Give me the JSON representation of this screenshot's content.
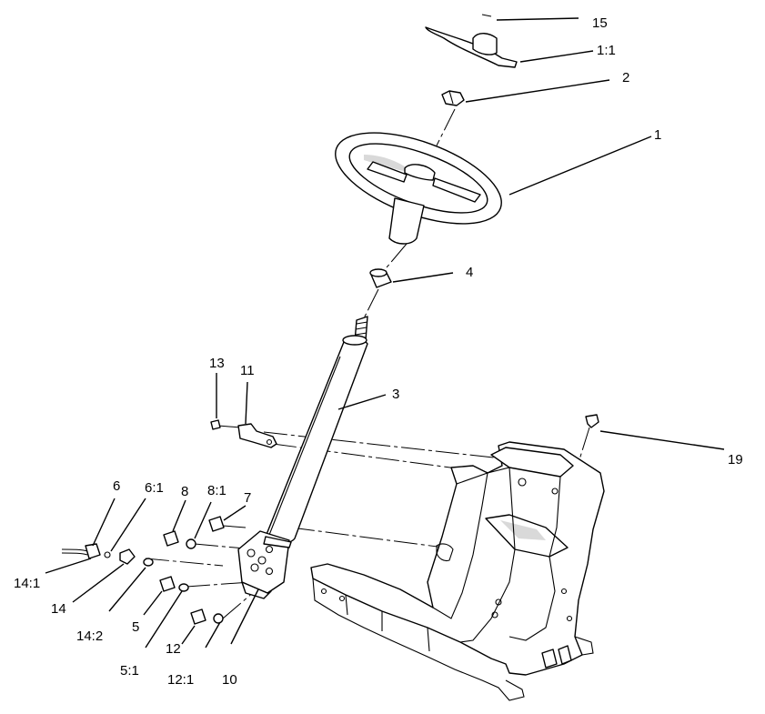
{
  "callouts": [
    {
      "id": "c15",
      "text": "15"
    },
    {
      "id": "c1_1",
      "text": "1:1"
    },
    {
      "id": "c2",
      "text": "2"
    },
    {
      "id": "c1",
      "text": "1"
    },
    {
      "id": "c4",
      "text": "4"
    },
    {
      "id": "c3",
      "text": "3"
    },
    {
      "id": "c13",
      "text": "13"
    },
    {
      "id": "c11",
      "text": "11"
    },
    {
      "id": "c19",
      "text": "19"
    },
    {
      "id": "c6",
      "text": "6"
    },
    {
      "id": "c6_1",
      "text": "6:1"
    },
    {
      "id": "c8",
      "text": "8"
    },
    {
      "id": "c8_1",
      "text": "8:1"
    },
    {
      "id": "c7",
      "text": "7"
    },
    {
      "id": "c14_1",
      "text": "14:1"
    },
    {
      "id": "c14",
      "text": "14"
    },
    {
      "id": "c14_2",
      "text": "14:2"
    },
    {
      "id": "c5",
      "text": "5"
    },
    {
      "id": "c5_1",
      "text": "5:1"
    },
    {
      "id": "c12",
      "text": "12"
    },
    {
      "id": "c12_1",
      "text": "12:1"
    },
    {
      "id": "c10",
      "text": "10"
    }
  ]
}
